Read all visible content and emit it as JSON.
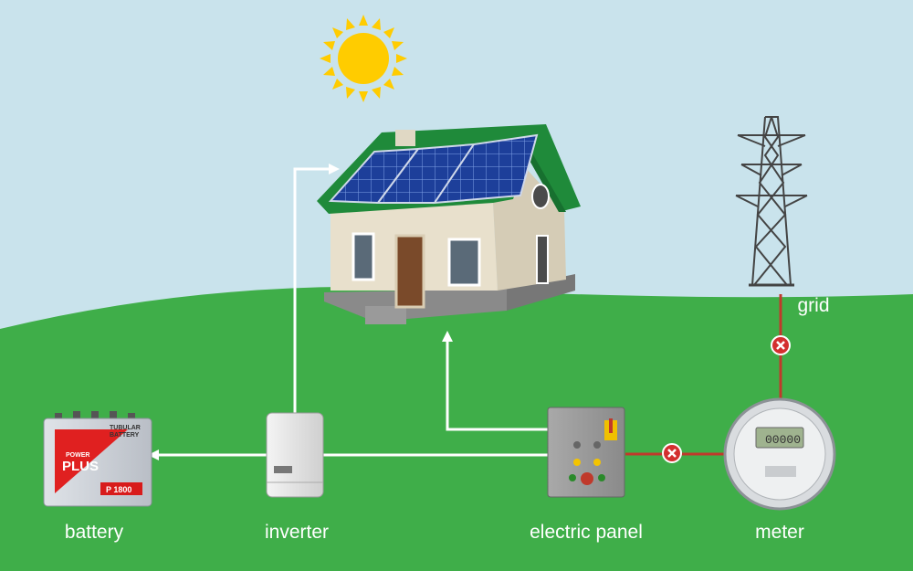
{
  "labels": {
    "battery": "battery",
    "inverter": "inverter",
    "electric_panel": "electric panel",
    "meter": "meter",
    "grid": "grid"
  },
  "battery_brand": {
    "type_line1": "TUBULAR",
    "type_line2": "BATTERY",
    "brand_small": "POWER",
    "brand_big": "PLUS",
    "model": "P 1800"
  },
  "meter_display": "00000",
  "colors": {
    "sky": "#c9e3ec",
    "grass": "#3fae49",
    "sun": "#ffcc00",
    "roof": "#1f8a3a",
    "wall": "#e8e0cc",
    "solar_panel": "#1d3f9a",
    "power_line": "#ffffff",
    "disconnected_line": "#c0392b",
    "disconnect_marker": "#d32f2f"
  },
  "icons": {
    "disconnect": "x-circle-icon",
    "flow_arrow": "arrow-icon"
  }
}
